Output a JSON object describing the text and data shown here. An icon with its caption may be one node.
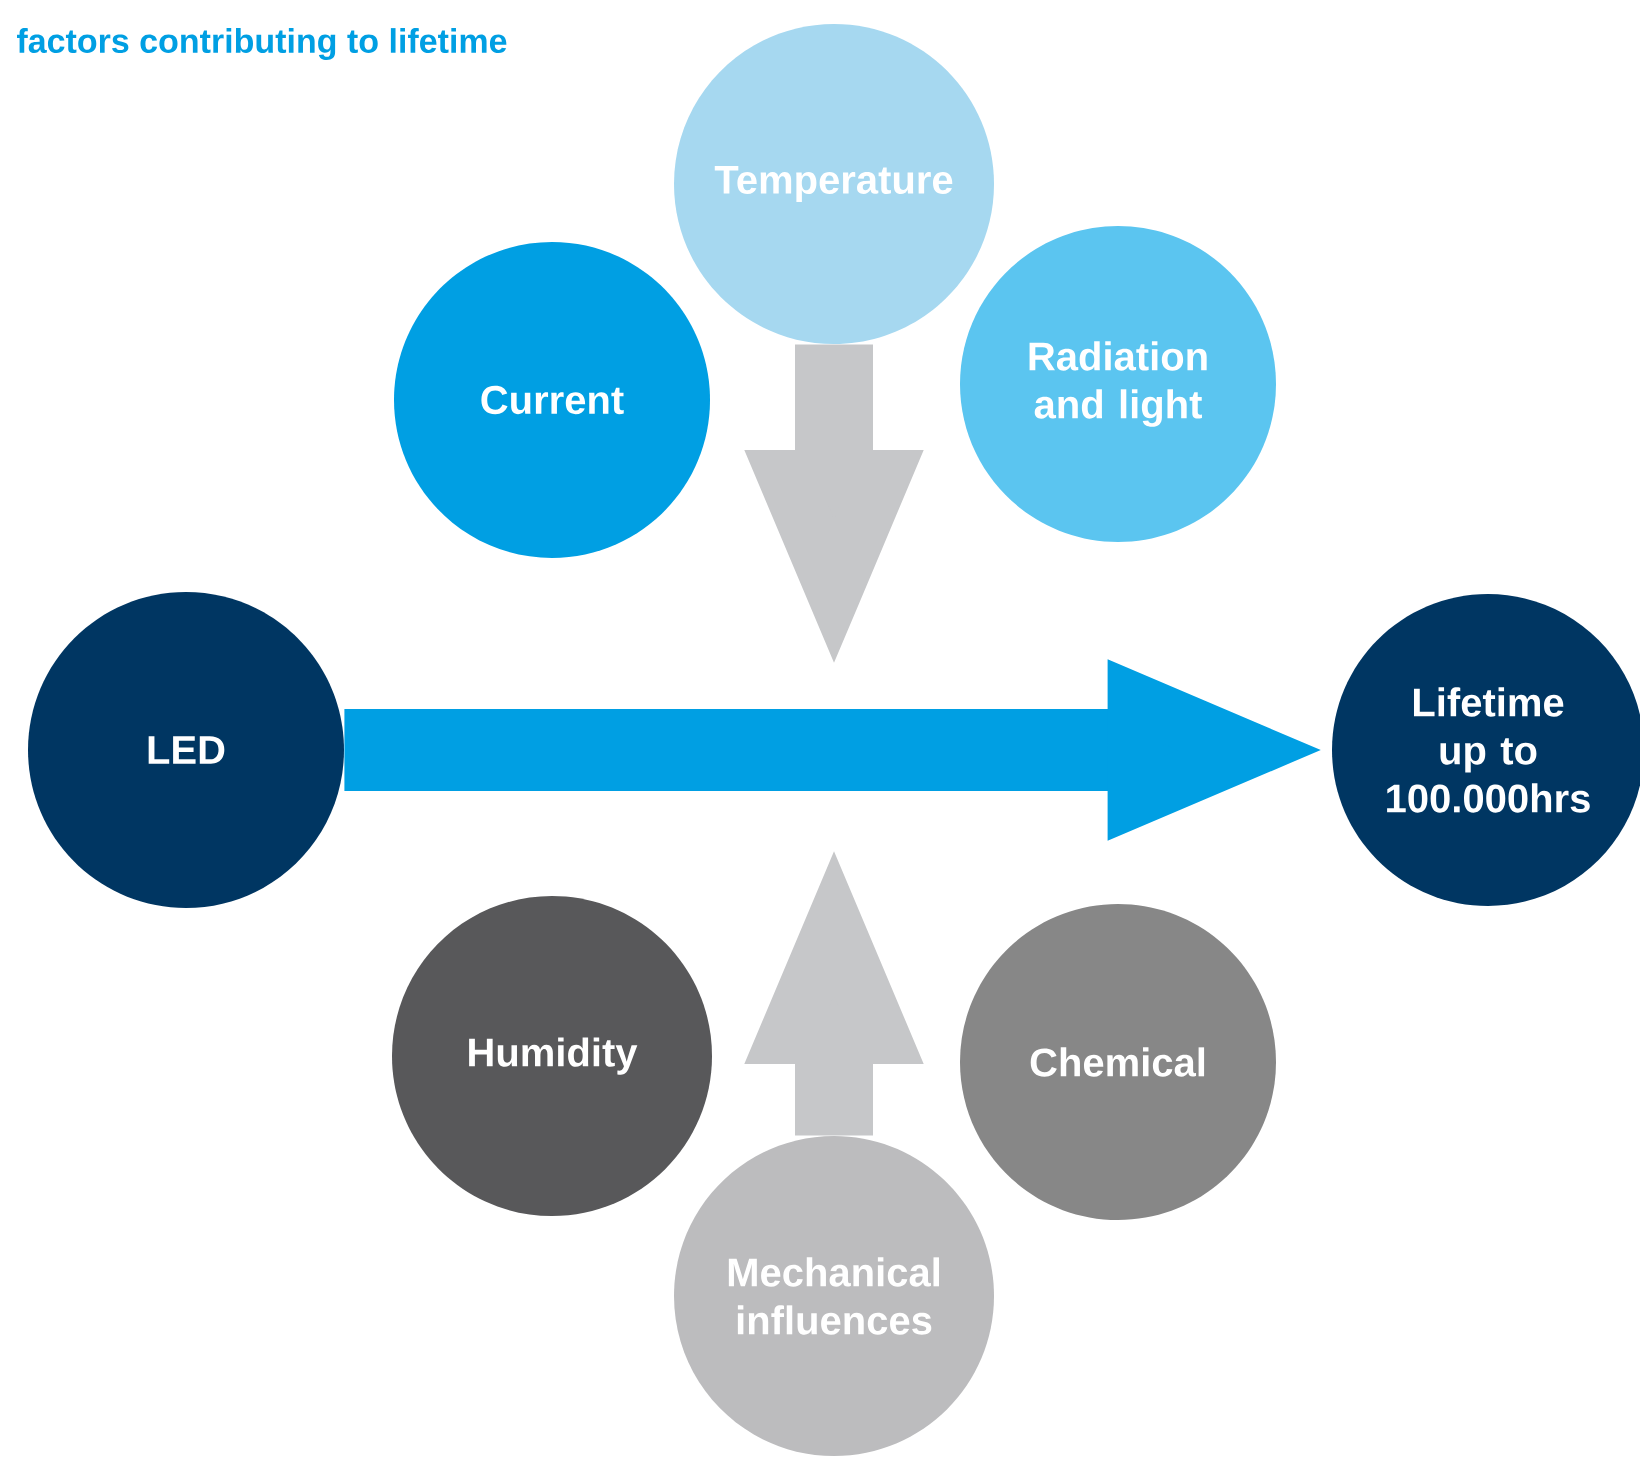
{
  "diagram": {
    "title": "factors contributing to lifetime",
    "nodes": [
      {
        "text": [
          "Temperature"
        ]
      },
      {
        "text": [
          "Current"
        ]
      },
      {
        "text": [
          "Radiation and light"
        ]
      },
      {
        "text": [
          "LED"
        ]
      },
      {
        "text": [
          "Lifetime up to 100.000hrs"
        ]
      },
      {
        "text": [
          "Humidity"
        ]
      },
      {
        "text": [
          "Chemical"
        ]
      },
      {
        "text": [
          "Mechanical influences"
        ]
      }
    ],
    "edges": [
      {
        "from": 3,
        "to": 4,
        "arrow": "to",
        "color": "#009fe3"
      },
      {
        "from": 0,
        "to": null,
        "arrow": "to",
        "color": "#c6c7c9"
      },
      {
        "from": 7,
        "to": null,
        "arrow": "to",
        "color": "#c6c7c9"
      }
    ]
  }
}
